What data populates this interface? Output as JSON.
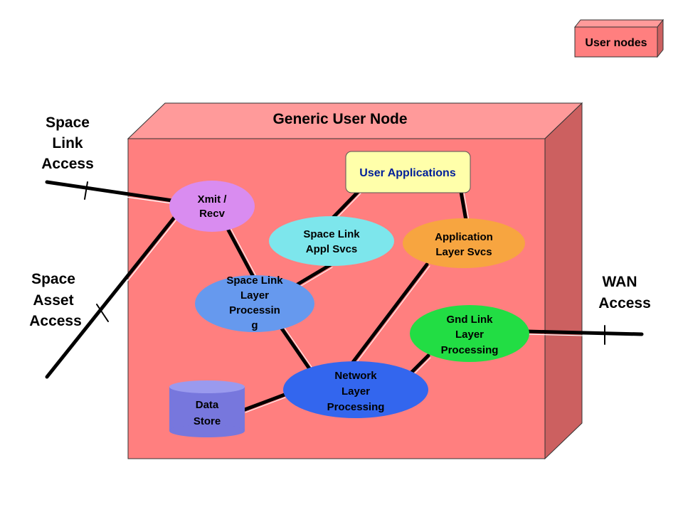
{
  "legend": {
    "label": "User nodes"
  },
  "node_box": {
    "title": "Generic User Node"
  },
  "external": {
    "space_link_access": [
      "Space",
      "Link",
      "Access"
    ],
    "space_asset_access": [
      "Space",
      "Asset",
      "Access"
    ],
    "wan_access": [
      "WAN",
      "Access"
    ]
  },
  "components": {
    "user_apps": "User Applications",
    "xmit_recv": [
      "Xmit /",
      "Recv"
    ],
    "space_link_appl": [
      "Space Link",
      "Appl Svcs"
    ],
    "app_layer": [
      "Application",
      "Layer Svcs"
    ],
    "space_link_layer": [
      "Space Link",
      "Layer",
      "Processin",
      "g"
    ],
    "gnd_link": [
      "Gnd Link",
      "Layer",
      "Processing"
    ],
    "network_layer": [
      "Network",
      "Layer",
      "Processing"
    ],
    "data_store": [
      "Data",
      "Store"
    ]
  },
  "colors": {
    "box_front": "#ff7f7f",
    "box_top": "#ff9a9a",
    "box_side": "#cc6060",
    "user_apps": "#ffffaa",
    "xmit_recv": "#d98cf0",
    "space_link_appl": "#7de6ec",
    "app_layer": "#f7a540",
    "space_link_layer": "#6699ee",
    "gnd_link": "#22dd44",
    "network_layer": "#3366ee",
    "data_store": "#7777dd"
  }
}
